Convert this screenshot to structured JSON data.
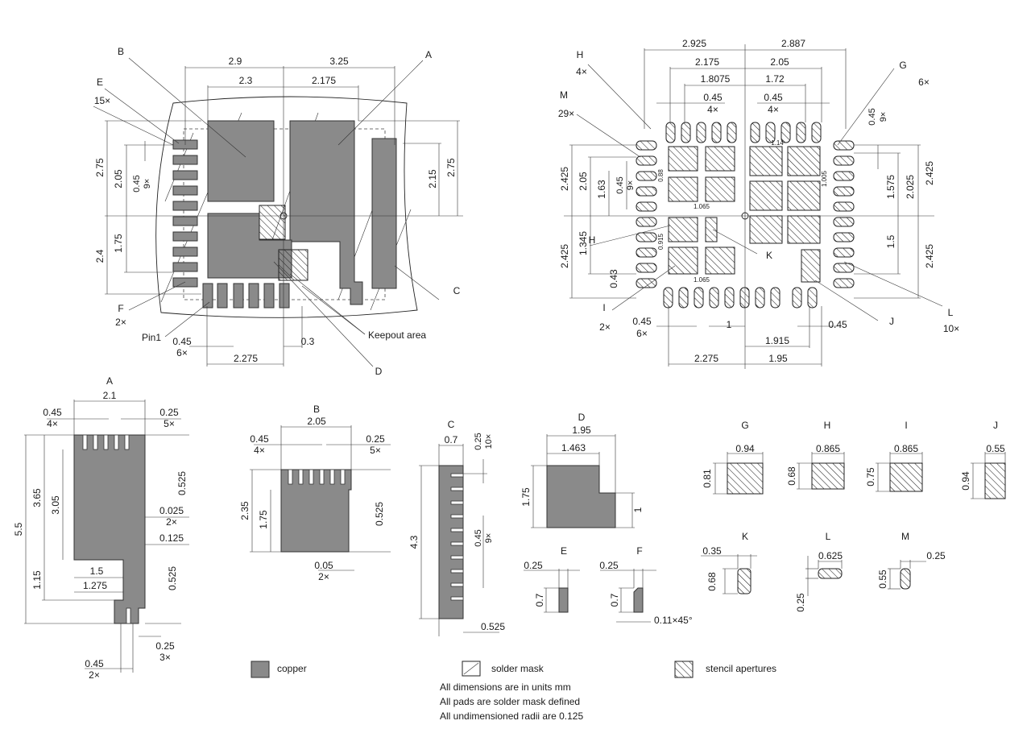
{
  "top_left": {
    "dims_top": [
      "2.9",
      "3.25",
      "2.3",
      "2.175"
    ],
    "dims_left": [
      "2.75",
      "2.05",
      "0.45",
      "9×",
      "2.4",
      "1.75"
    ],
    "dims_right": [
      "2.15",
      "2.75"
    ],
    "dims_bottom": [
      "0.45",
      "6×",
      "2.275",
      "0.3"
    ],
    "callouts": {
      "B": "B",
      "E": "E",
      "E_count": "15×",
      "A": "A",
      "C": "C",
      "F": "F",
      "F_count": "2×",
      "D": "D",
      "pin1": "Pin1",
      "keepout": "Keepout area"
    }
  },
  "top_right": {
    "dims_top": [
      "2.925",
      "2.887",
      "2.175",
      "2.05",
      "1.8075",
      "1.72",
      "0.45",
      "4×",
      "0.45",
      "4×"
    ],
    "dims_left": [
      "2.425",
      "2.05",
      "1.63",
      "0.45",
      "9×",
      "2.425",
      "1.345",
      "0.43"
    ],
    "dims_right": [
      "0.45",
      "9×",
      "1.575",
      "2.025",
      "2.425",
      "1.5",
      "2.425"
    ],
    "inner": [
      "0.88",
      "1.065",
      "0.915",
      "1.065",
      "1.14",
      "1.005"
    ],
    "dims_bottom": [
      "0.45",
      "6×",
      "1",
      "1.915",
      "0.45",
      "2.275",
      "1.95"
    ],
    "callouts": {
      "H": "H",
      "H_count": "4×",
      "M": "M",
      "M_count": "29×",
      "G": "G",
      "G_count": "6×",
      "H2": "H",
      "K": "K",
      "I": "I",
      "I_count": "2×",
      "J": "J",
      "L": "L",
      "L_count": "10×"
    }
  },
  "details": {
    "A": {
      "label": "A",
      "dims": [
        "2.1",
        "0.45",
        "4×",
        "0.25",
        "5×",
        "5.5",
        "3.65",
        "3.05",
        "1.15",
        "0.525",
        "0.025",
        "2×",
        "0.125",
        "1.5",
        "1.275",
        "0.525",
        "0.25",
        "3×",
        "0.45",
        "2×"
      ]
    },
    "B": {
      "label": "B",
      "dims": [
        "2.05",
        "0.45",
        "4×",
        "0.25",
        "5×",
        "2.35",
        "1.75",
        "0.525",
        "0.05",
        "2×"
      ]
    },
    "C": {
      "label": "C",
      "dims": [
        "0.7",
        "0.25",
        "10×",
        "4.3",
        "0.45",
        "9×",
        "0.525"
      ]
    },
    "D": {
      "label": "D",
      "dims": [
        "1.95",
        "1.463",
        "1.75",
        "1"
      ]
    },
    "E": {
      "label": "E",
      "dims": [
        "0.25",
        "0.7"
      ]
    },
    "F": {
      "label": "F",
      "dims": [
        "0.25",
        "0.7",
        "0.11×45°"
      ]
    },
    "G": {
      "label": "G",
      "dims": [
        "0.94",
        "0.81"
      ]
    },
    "H": {
      "label": "H",
      "dims": [
        "0.865",
        "0.68"
      ]
    },
    "I": {
      "label": "I",
      "dims": [
        "0.865",
        "0.75"
      ]
    },
    "J": {
      "label": "J",
      "dims": [
        "0.55",
        "0.94"
      ]
    },
    "K": {
      "label": "K",
      "dims": [
        "0.35",
        "0.68"
      ]
    },
    "L": {
      "label": "L",
      "dims": [
        "0.625",
        "0.25"
      ]
    },
    "M": {
      "label": "M",
      "dims": [
        "0.25",
        "0.55"
      ]
    }
  },
  "legend": {
    "copper": "copper",
    "solder_mask": "solder mask",
    "stencil": "stencil apertures"
  },
  "notes": [
    "All dimensions are in units mm",
    "All pads are solder mask defined",
    "All undimensioned radii are 0.125"
  ]
}
